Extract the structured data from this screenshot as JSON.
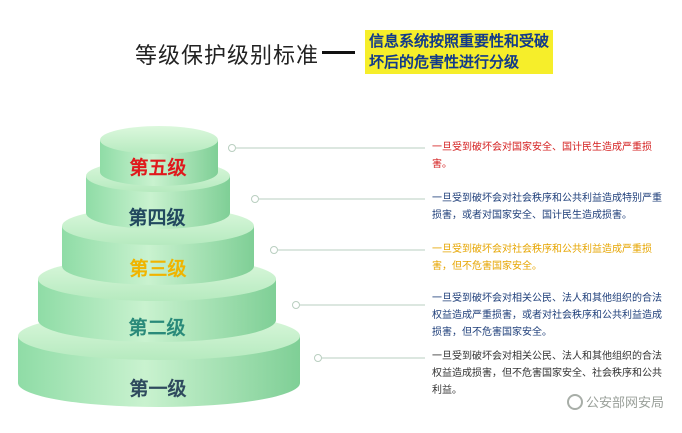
{
  "header": {
    "title": "等级保护级别标准",
    "subtitle": "信息系统按照重要性和受破坏后的危害性进行分级"
  },
  "tiers": [
    {
      "label": "第五级",
      "color": "#e0191c",
      "description": "一旦受到破坏会对国家安全、国计民生造成严重损害。",
      "desc_color": "#d42020"
    },
    {
      "label": "第四级",
      "color": "#22495f",
      "description": "一旦受到破坏会对社会秩序和公共利益造成特别严重损害，或者对国家安全、国计民生造成损害。",
      "desc_color": "#1f3f7a"
    },
    {
      "label": "第三级",
      "color": "#f0b400",
      "description": "一旦受到破坏会对社会秩序和公共利益造成严重损害，但不危害国家安全。",
      "desc_color": "#e6a500"
    },
    {
      "label": "第二级",
      "color": "#2a8a7a",
      "description": "一旦受到破坏会对相关公民、法人和其他组织的合法权益造成严重损害，或者对社会秩序和公共利益造成损害，但不危害国家安全。",
      "desc_color": "#1f3f7a"
    },
    {
      "label": "第一级",
      "color": "#2f4a5e",
      "description": "一旦受到破坏会对相关公民、法人和其他组织的合法权益造成损害，但不危害国家安全、社会秩序和公共利益。",
      "desc_color": "#333333"
    }
  ],
  "watermark": "公安部网安局"
}
